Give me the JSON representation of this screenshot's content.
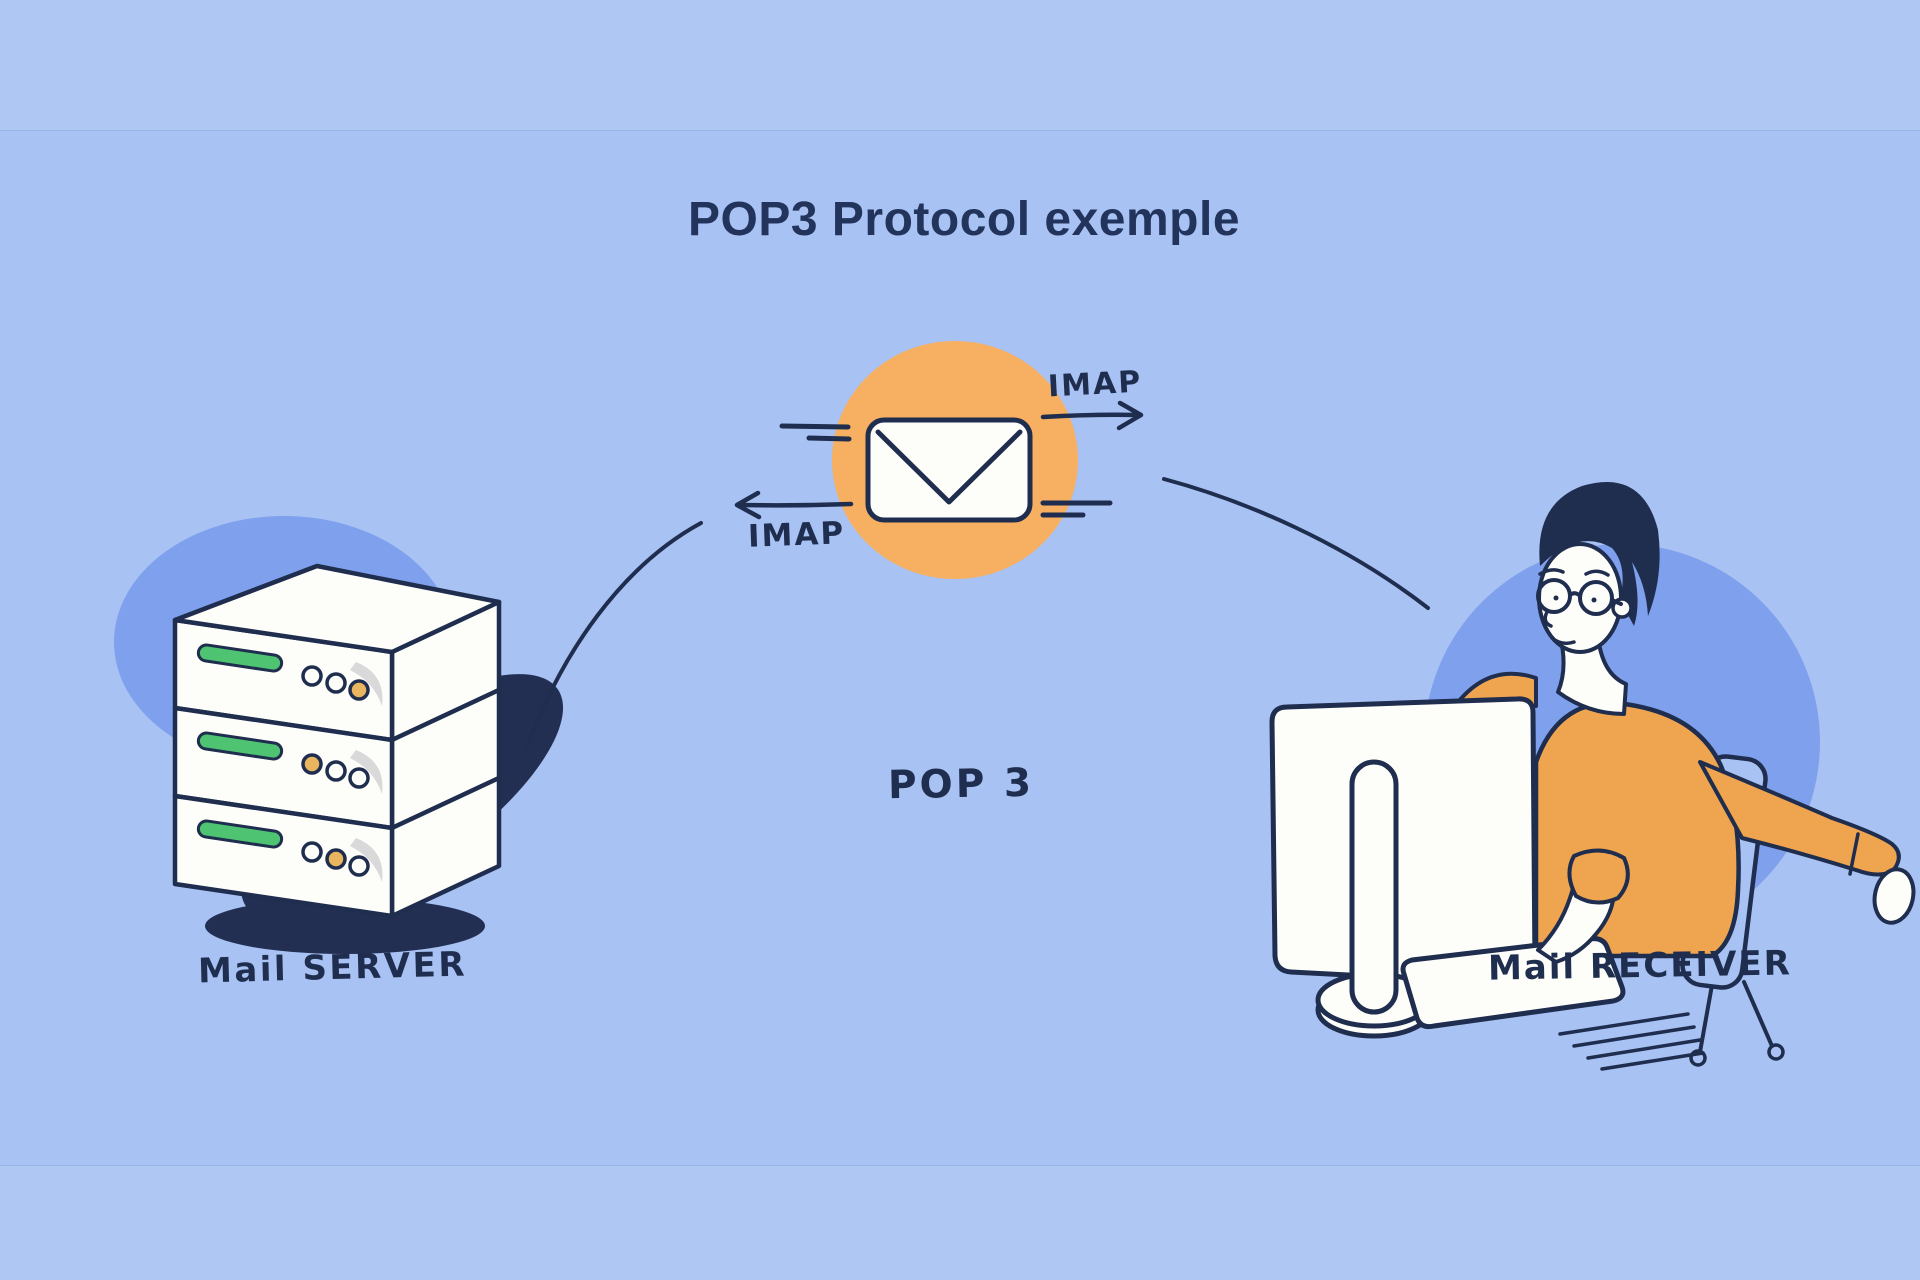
{
  "title": "POP3 Protocol exemple",
  "labels": {
    "imap_top": "IMAP",
    "imap_bottom": "IMAP",
    "pop3": "POP 3",
    "mail_server": "Mail SERVER",
    "mail_receiver": "Mail RECEIVER"
  },
  "icons": {
    "server": "server-stack-icon",
    "envelope": "envelope-icon",
    "monitor": "computer-monitor-icon",
    "person": "person-at-desk-icon",
    "arrow_right": "arrow-right-icon",
    "arrow_left": "arrow-left-icon"
  },
  "colors": {
    "background": "#a8c2f3",
    "band": "#aec7f3",
    "ink": "#1f2d4e",
    "title_ink": "#22345c",
    "accent_orange": "#f7b061",
    "sweater_orange": "#efa450",
    "blob_blue": "#7fa0ec",
    "green": "#4ec473",
    "gold": "#e9b55e",
    "white": "#fdfdfa",
    "shadow_navy": "#232f52",
    "gray_shade": "#d8d9d8"
  }
}
